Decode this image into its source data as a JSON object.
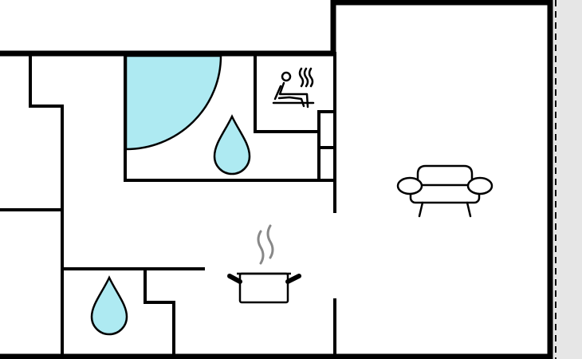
{
  "floorplan": {
    "rooms": [
      {
        "name": "living-room",
        "icon": "sofa-icon"
      },
      {
        "name": "kitchen",
        "icon": "cooking-pot-icon"
      },
      {
        "name": "bathroom",
        "icon": "water-drop-icon"
      },
      {
        "name": "wc",
        "icon": "water-drop-icon"
      },
      {
        "name": "sauna",
        "icon": "sauna-icon"
      }
    ],
    "fixtures": [
      "shower-cabin"
    ],
    "colors": {
      "wall": "#000000",
      "water": "#aeeaf2",
      "terrace": "#e6e6e6",
      "steam": "#888888"
    }
  }
}
